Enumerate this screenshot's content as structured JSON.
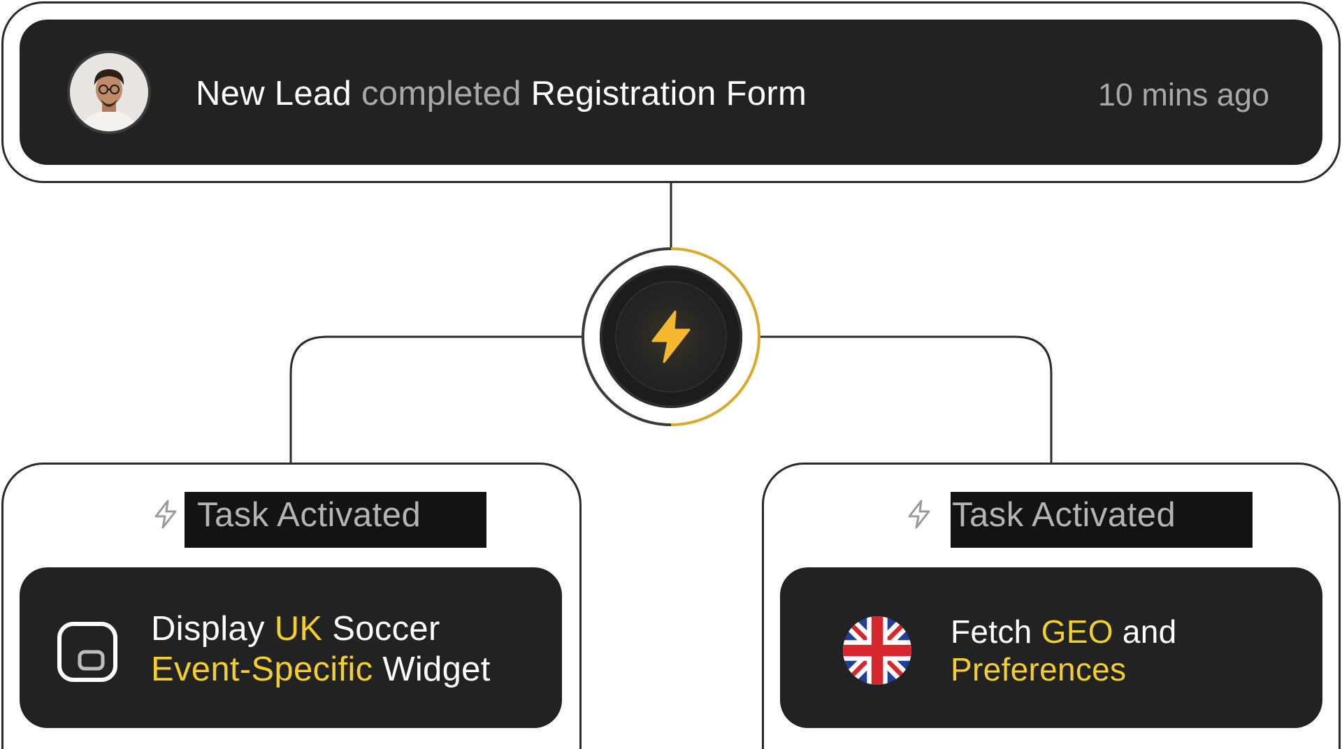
{
  "trigger": {
    "subject": "New Lead",
    "verb": "completed",
    "object": "Registration Form",
    "timestamp": "10 mins ago",
    "avatar_icon": "user-avatar"
  },
  "hub": {
    "icon": "lightning-bolt-icon"
  },
  "tasks": [
    {
      "status_label": "Task Activated",
      "status_icon": "lightning-outline-icon",
      "icon": "widget-icon",
      "title_part1": "Display",
      "title_part2": "UK",
      "title_part3": "Soccer",
      "title_part4": "Event-Specific",
      "title_part5": "Widget"
    },
    {
      "status_label": "Task Activated",
      "status_icon": "lightning-outline-icon",
      "icon": "uk-flag-icon",
      "title_part1": "Fetch",
      "title_part2": "GEO",
      "title_part3": "and",
      "title_part4": "Preferences"
    }
  ],
  "colors": {
    "accent": "#f2cf2a",
    "panel": "#222222",
    "muted_text": "#a8a8a8",
    "border": "#2a2a2a"
  }
}
